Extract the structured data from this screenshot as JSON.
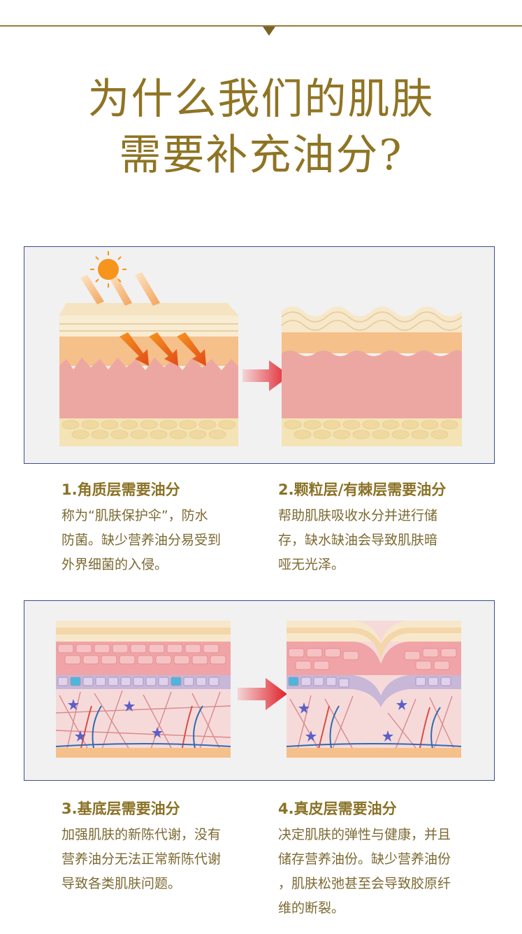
{
  "title": {
    "line1": "为什么我们的肌肤",
    "line2": "需要补充油分?"
  },
  "sections": [
    {
      "heading": "1.角质层需要油分",
      "lines": [
        "称为“肌肤保护伞”，防水",
        "防菌。缺少营养油分易受到",
        "外界细菌的入侵。"
      ]
    },
    {
      "heading": "2.颗粒层/有棘层需要油分",
      "lines": [
        "帮助肌肤吸收水分并进行储",
        "存，缺水缺油会导致肌肤暗",
        "哑无光泽。"
      ]
    },
    {
      "heading": "3.基底层需要油分",
      "lines": [
        "加强肌肤的新陈代谢，没有",
        "营养油分无法正常新陈代谢",
        "导致各类肌肤问题。"
      ]
    },
    {
      "heading": "4.真皮层需要油分",
      "lines": [
        "决定肌肤的弹性与健康，并且",
        "储存营养油份。缺少营养油份",
        "，肌肤松弛甚至会导致胶原纤",
        "维的断裂。"
      ]
    }
  ],
  "colors": {
    "gold": "#8f7424",
    "panel_border": "#3d4e88",
    "panel_bg": "#f1f1f1",
    "arrow_red": "#e0202a",
    "sun": "#f7941d"
  },
  "icons": [
    "sun-icon",
    "arrow-right-icon"
  ]
}
